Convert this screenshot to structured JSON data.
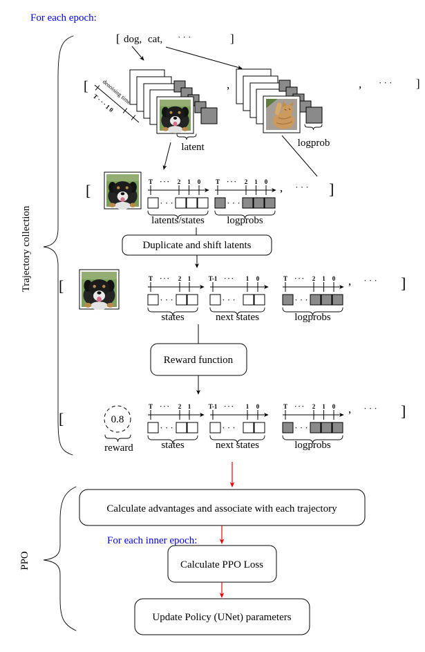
{
  "colors": {
    "accent_blue": "#0000ee",
    "accent_red": "#ee0000",
    "gray_square": "#8a8a8a"
  },
  "annotations": {
    "outer_loop": "For each epoch:",
    "inner_loop": "For each inner epoch:"
  },
  "prompt_list": {
    "open": "[",
    "prompt_1": "dog,",
    "prompt_2": "cat,",
    "ellipsis": "· · ·",
    "close": "]"
  },
  "sampling": {
    "open": "[",
    "axis_label": "denoising time",
    "axis_ticks": "T · · ·  1  0",
    "comma_1": ",",
    "latent_label": "latent",
    "logprob_label": "logprob",
    "comma_2": ",",
    "ellipsis": "· · ·",
    "close": "]"
  },
  "side_labels": {
    "collection": "Trajectory collection",
    "ppo": "PPO"
  },
  "boxes": {
    "duplicate": "Duplicate and shift latents",
    "reward": "Reward function",
    "advantages": "Calculate advantages and associate with each trajectory",
    "ppo_loss": "Calculate PPO Loss",
    "update": "Update Policy (UNet) parameters"
  },
  "rows": {
    "collection": {
      "open": "[",
      "comma": ",",
      "ellipsis": "· · ·",
      "close": "]",
      "timelines": [
        {
          "ticks": [
            "T",
            "· · ·",
            "2",
            "1",
            "0"
          ],
          "caption": "latents/states",
          "square_color": "white"
        },
        {
          "ticks": [
            "T",
            "· · ·",
            "2",
            "1",
            "0"
          ],
          "caption": "logprobs",
          "square_color": "gray"
        }
      ]
    },
    "shifted": {
      "open": "[",
      "comma": ",",
      "ellipsis": "· · ·",
      "close": "]",
      "timelines": [
        {
          "ticks": [
            "T",
            "· · ·",
            "2",
            "1"
          ],
          "caption": "states",
          "square_color": "white"
        },
        {
          "ticks": [
            "T-1",
            "· · ·",
            "1",
            "0"
          ],
          "caption": "next states",
          "square_color": "white"
        },
        {
          "ticks": [
            "T",
            "· · ·",
            "2",
            "1",
            "0"
          ],
          "caption": "logprobs",
          "square_color": "gray"
        }
      ]
    },
    "reward": {
      "open": "[",
      "reward_value": "0.8",
      "reward_caption": "reward",
      "comma": ",",
      "ellipsis": "· · ·",
      "close": "]",
      "timelines": [
        {
          "ticks": [
            "T",
            "· · ·",
            "2",
            "1"
          ],
          "caption": "states",
          "square_color": "white"
        },
        {
          "ticks": [
            "T-1",
            "· · ·",
            "1",
            "0"
          ],
          "caption": "next states",
          "square_color": "white"
        },
        {
          "ticks": [
            "T",
            "· · ·",
            "2",
            "1",
            "0"
          ],
          "caption": "logprobs",
          "square_color": "gray"
        }
      ]
    }
  }
}
